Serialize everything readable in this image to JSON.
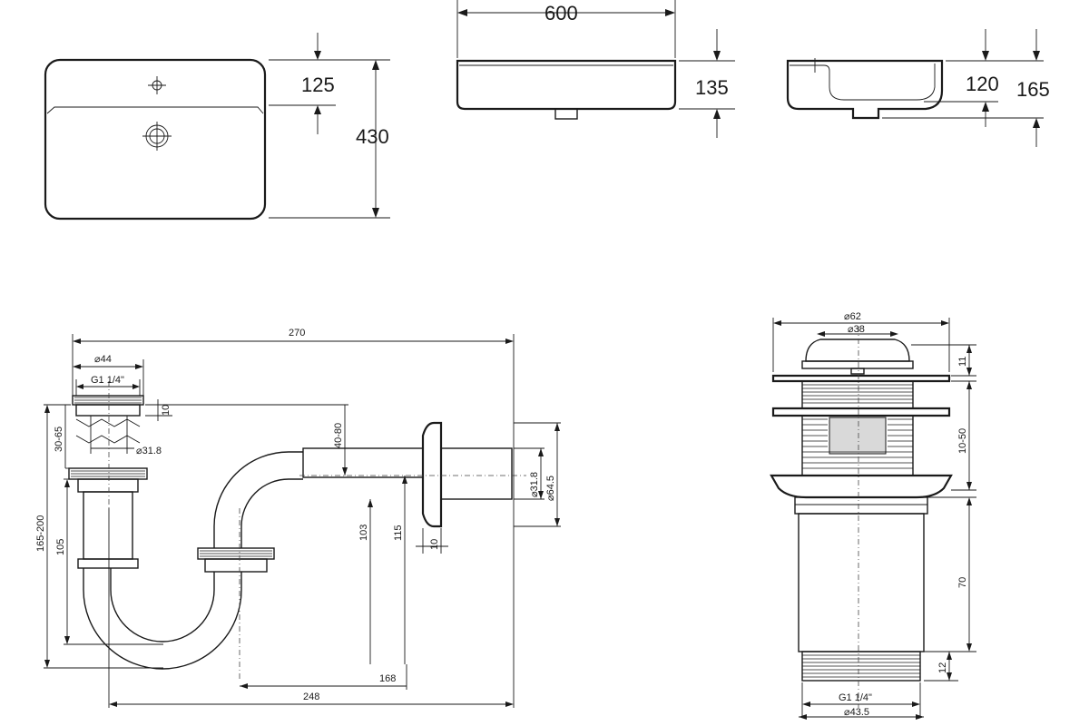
{
  "basin_top_view": {
    "dim_tap_offset": "125",
    "dim_depth": "430"
  },
  "basin_front_view": {
    "dim_width": "600",
    "dim_height": "135"
  },
  "basin_side_view": {
    "dim_inner_height": "120",
    "dim_total_height": "165"
  },
  "siphon": {
    "dim_total_length": "270",
    "dim_outlet_diameter": "⌀44",
    "dim_thread": "G1 1/4\"",
    "dim_10_top": "10",
    "dim_30_65": "30-65",
    "dim_pipe_diameter": "⌀31.8",
    "dim_40_80": "40-80",
    "dim_wall_pipe_diameter": "⌀31.8",
    "dim_flange_diameter": "⌀64.5",
    "dim_165_200": "165-200",
    "dim_105": "105",
    "dim_103": "103",
    "dim_115": "115",
    "dim_10_flange": "10",
    "dim_168": "168",
    "dim_248": "248"
  },
  "drain_valve": {
    "dim_62": "⌀62",
    "dim_38": "⌀38",
    "dim_11": "11",
    "dim_10_50": "10-50",
    "dim_70": "70",
    "dim_12": "12",
    "dim_thread": "G1 1/4\"",
    "dim_43_5": "⌀43.5"
  }
}
